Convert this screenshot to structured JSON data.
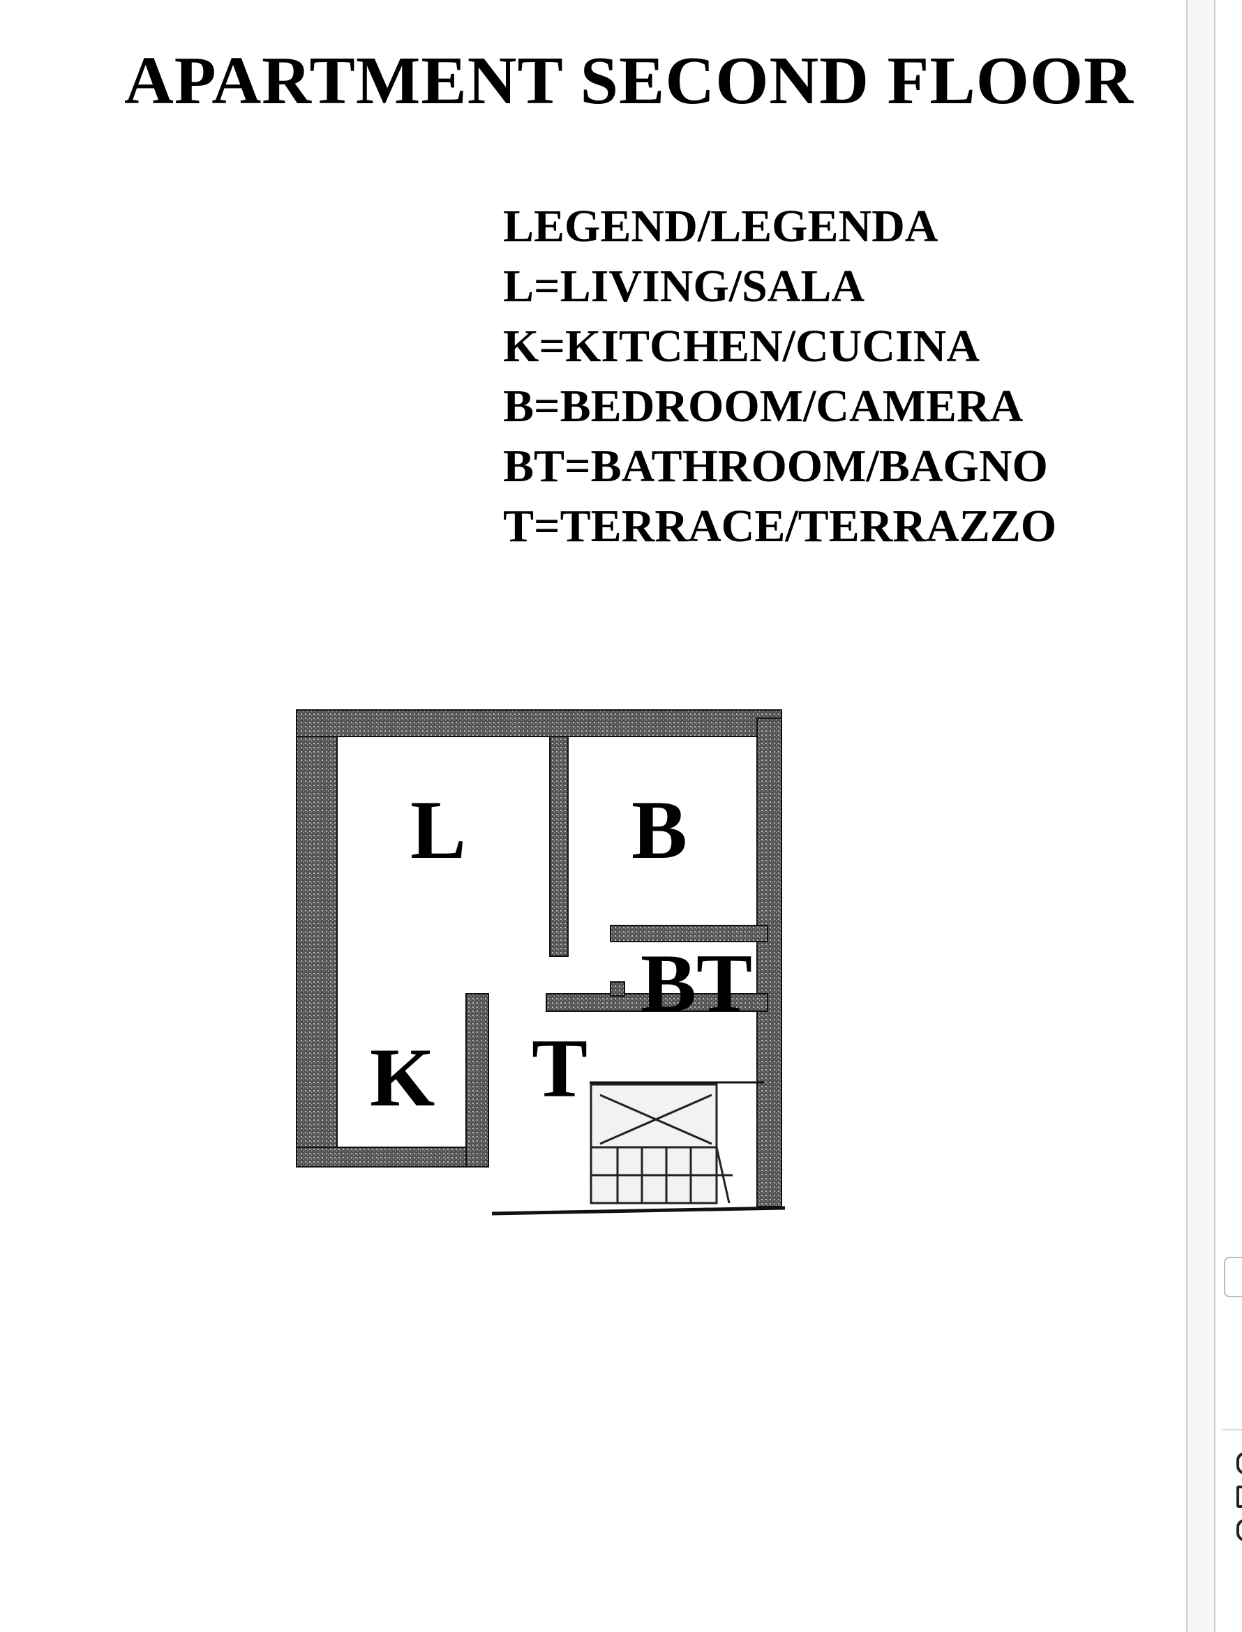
{
  "document": {
    "title": "APARTMENT SECOND FLOOR",
    "legend": [
      "LEGEND/LEGENDA",
      "L=LIVING/SALA",
      "K=KITCHEN/CUCINA",
      "B=BEDROOM/CAMERA",
      "BT=BATHROOM/BAGNO",
      "T=TERRACE/TERRAZZO"
    ],
    "rooms": {
      "living": "L",
      "bedroom": "B",
      "bathroom": "BT",
      "kitchen": "K",
      "terrace": "T"
    }
  }
}
